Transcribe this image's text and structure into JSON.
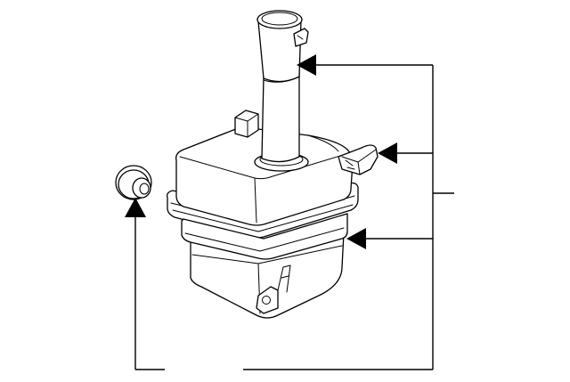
{
  "diagram": {
    "parts": [
      {
        "id": "filler-neck"
      },
      {
        "id": "pump-mount-tab"
      },
      {
        "id": "reservoir-tank"
      },
      {
        "id": "grommet"
      }
    ],
    "callouts": [
      {
        "target": "filler-neck",
        "label": ""
      },
      {
        "target": "pump-mount-tab",
        "label": ""
      },
      {
        "target": "reservoir-tank",
        "label": ""
      },
      {
        "target": "grommet",
        "label": ""
      }
    ]
  }
}
